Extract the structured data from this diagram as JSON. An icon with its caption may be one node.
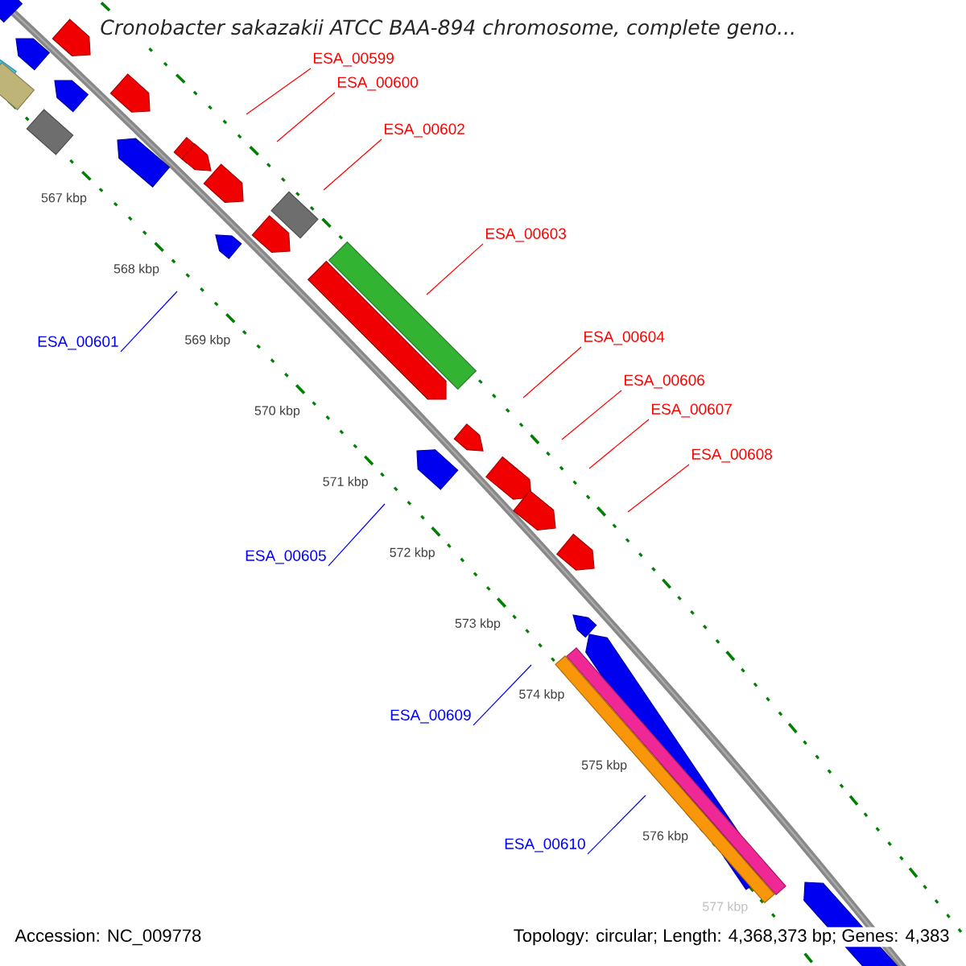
{
  "diagram": {
    "title": "Cronobacter sakazakii ATCC BAA-894 chromosome, complete geno...",
    "nodes": [
      {
        "text": [
          "ESA_00599"
        ]
      },
      {
        "text": [
          "ESA_00600"
        ]
      },
      {
        "text": [
          "ESA_00602"
        ]
      },
      {
        "text": [
          "ESA_00603"
        ]
      },
      {
        "text": [
          "ESA_00604"
        ]
      },
      {
        "text": [
          "ESA_00601"
        ]
      },
      {
        "text": [
          "ESA_00606"
        ]
      },
      {
        "text": [
          "ESA_00607"
        ]
      },
      {
        "text": [
          "ESA_00608"
        ]
      },
      {
        "text": [
          "ESA_00605"
        ]
      },
      {
        "text": [
          "ESA_00609"
        ]
      },
      {
        "text": [
          "ESA_00610"
        ]
      }
    ],
    "edges": [
      {
        "from": 0,
        "to": null,
        "arrow": "none"
      },
      {
        "from": 1,
        "to": null,
        "arrow": "none"
      },
      {
        "from": 2,
        "to": null,
        "arrow": "none"
      },
      {
        "from": 3,
        "to": null,
        "arrow": "none"
      },
      {
        "from": 4,
        "to": null,
        "arrow": "none"
      },
      {
        "from": 5,
        "to": null,
        "arrow": "none",
        "color": "#0000ff"
      },
      {
        "from": 6,
        "to": null,
        "arrow": "none"
      },
      {
        "from": 7,
        "to": null,
        "arrow": "none"
      },
      {
        "from": 8,
        "to": null,
        "arrow": "none"
      },
      {
        "from": 9,
        "to": null,
        "arrow": "none",
        "color": "#0000ff"
      },
      {
        "from": 10,
        "to": null,
        "arrow": "none",
        "color": "#0000ff"
      },
      {
        "from": 11,
        "to": null,
        "arrow": "none",
        "color": "#0000ff"
      }
    ],
    "labels": [
      "567 kbp",
      "568 kbp",
      "569 kbp",
      "570 kbp",
      "571 kbp",
      "572 kbp",
      "573 kbp",
      "574 kbp",
      "575 kbp",
      "576 kbp",
      "577 kbp",
      "Accession: NC_009778",
      "Topology: circular; Length: 4,368,373 bp; Genes: 4,383"
    ]
  }
}
